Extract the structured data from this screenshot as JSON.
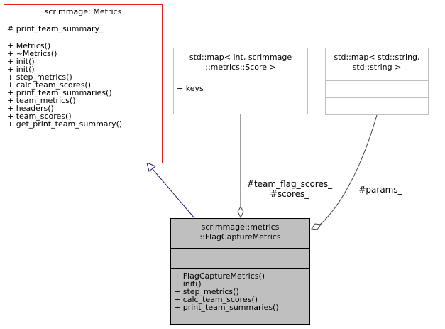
{
  "metrics_class": {
    "name": "scrimmage::Metrics",
    "attributes": [
      "# print_team_summary_"
    ],
    "methods": [
      "+ Metrics()",
      "+ ~Metrics()",
      "+ init()",
      "+ init()",
      "+ step_metrics()",
      "+ calc_team_scores()",
      "+ print_team_summaries()",
      "+ team_metrics()",
      "+ headers()",
      "+ team_scores()",
      "+ get_print_team_summary()"
    ]
  },
  "score_map_class": {
    "name_line1": "std::map< int, scrimmage",
    "name_line2": "::metrics::Score >",
    "attributes": [
      "+ keys"
    ]
  },
  "string_map_class": {
    "name_line1": "std::map< std::string,",
    "name_line2": "std::string >"
  },
  "flag_capture_class": {
    "name_line1": "scrimmage::metrics",
    "name_line2": "::FlagCaptureMetrics",
    "methods": [
      "+ FlagCaptureMetrics()",
      "+ init()",
      "+ step_metrics()",
      "+ calc_team_scores()",
      "+ print_team_summaries()"
    ]
  },
  "edges": {
    "team_scores_label_line1": "#team_flag_scores_",
    "team_scores_label_line2": "#scores_",
    "params_label": "#params_"
  },
  "colors": {
    "base_class_border": "#e01f1f",
    "template_border": "#bfbfbf",
    "focus_fill": "#bfbfbf",
    "inheritance_arrow": "#191970",
    "composition_line": "#404040"
  }
}
